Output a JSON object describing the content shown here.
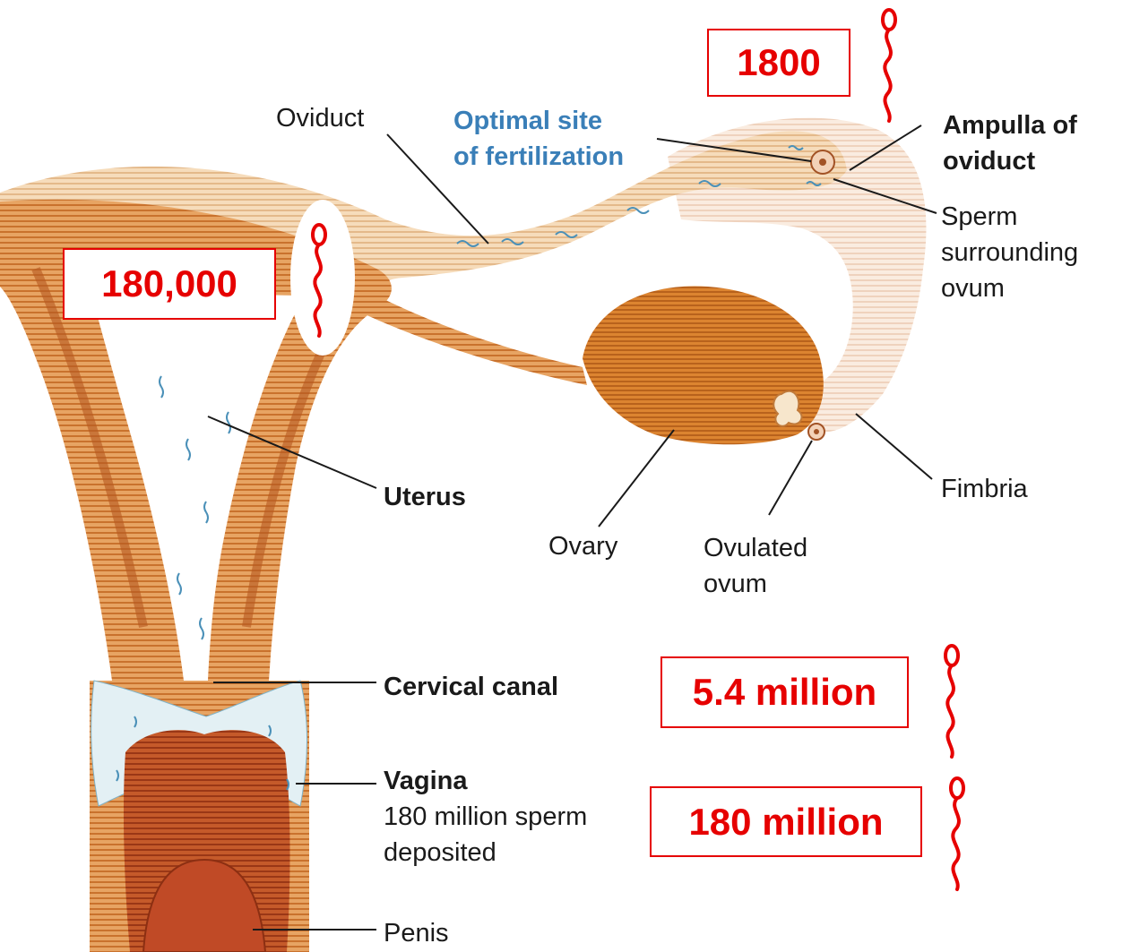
{
  "labels": {
    "oviduct": "Oviduct",
    "optimal_site": "Optimal site\nof fertilization",
    "ampulla": "Ampulla of\noviduct",
    "sperm_surrounding": "Sperm\nsurrounding\novum",
    "uterus": "Uterus",
    "ovary": "Ovary",
    "ovulated_ovum": "Ovulated\novum",
    "fimbria": "Fimbria",
    "cervical_canal": "Cervical canal",
    "vagina": "Vagina",
    "vagina_note": "180 million sperm\ndeposited",
    "penis": "Penis"
  },
  "sperm_counts": {
    "ampulla": "1800",
    "uterus": "180,000",
    "cervix": "5.4 million",
    "vagina": "180 million"
  },
  "colors": {
    "tissue_light": "#f2c38a",
    "tissue_mid": "#dc8a3a",
    "tissue_dark": "#b3541c",
    "ovary": "#d67a22",
    "vagina_inner": "#b8362a",
    "mucus": "#e3f0f4",
    "count_red": "#e60000",
    "label_blue": "#3a7fb8"
  }
}
